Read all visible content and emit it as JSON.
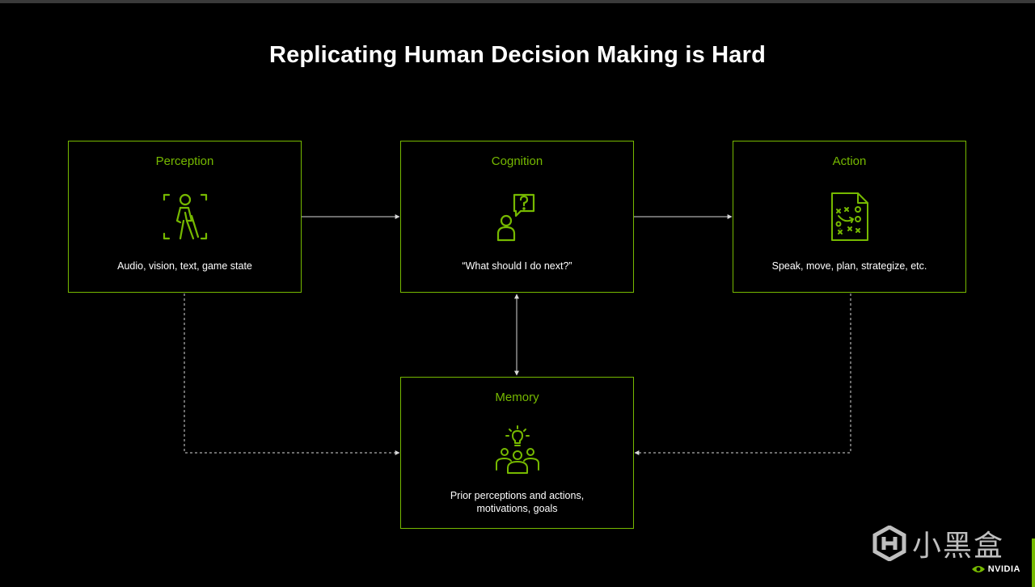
{
  "title": "Replicating Human Decision Making is Hard",
  "accent_color": "#76b900",
  "boxes": {
    "perception": {
      "title": "Perception",
      "icon": "person-walking-scan-icon",
      "description": [
        "Audio, vision, text, game state"
      ]
    },
    "cognition": {
      "title": "Cognition",
      "icon": "person-thinking-question-icon",
      "description": [
        "“What should I do next?”"
      ]
    },
    "action": {
      "title": "Action",
      "icon": "strategy-plan-document-icon",
      "description": [
        "Speak, move, plan, strategize, etc."
      ]
    },
    "memory": {
      "title": "Memory",
      "icon": "group-idea-lightbulb-icon",
      "description": [
        "Prior perceptions and actions,",
        "motivations, goals"
      ]
    }
  },
  "watermark": {
    "text": "小黑盒",
    "icon": "heybox-logo-icon"
  },
  "brand": {
    "text": "NVIDIA",
    "icon": "nvidia-eye-logo-icon"
  }
}
